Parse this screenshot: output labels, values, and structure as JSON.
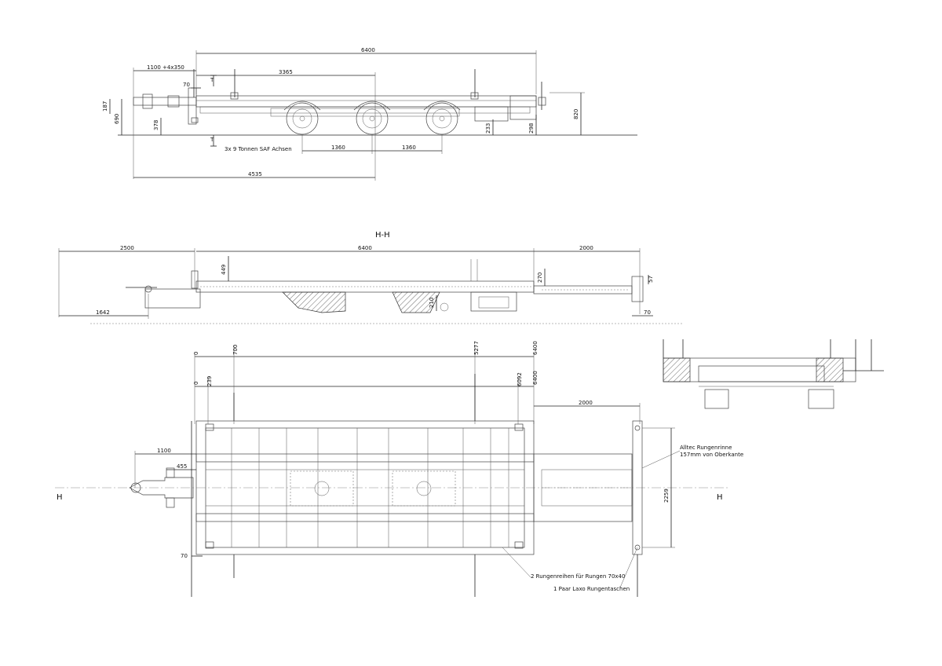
{
  "side_view": {
    "dims": {
      "overall": "6400",
      "drawbar": "1100 +4x350",
      "d70": "70",
      "axle_dist": "3365",
      "h187": "187",
      "h690": "690",
      "h378": "378",
      "h233": "233",
      "h298": "298",
      "h820": "820",
      "spacing1": "1360",
      "spacing2": "1360",
      "total": "4535"
    },
    "section_mark_top": "T",
    "section_mark_bottom": "T",
    "axle_label": "3x 9 Tonnen SAF Achsen"
  },
  "section_view": {
    "title": "H-H",
    "dims": {
      "front": "2500",
      "overall": "6400",
      "rear": "2000",
      "h449": "449",
      "h270": "270",
      "h57": "57",
      "h210": "210",
      "d1642": "1642",
      "d70": "70"
    }
  },
  "top_view": {
    "dims": {
      "v0a": "0",
      "v0b": "0",
      "v700": "700",
      "v239": "239",
      "v5277": "5277",
      "v6400a": "6400",
      "v6400b": "6400",
      "v6092": "6092",
      "rear": "2000",
      "d1100": "1100",
      "d455": "455",
      "d70": "70",
      "w2259": "2259"
    },
    "section_left": "H",
    "section_right": "H",
    "note_rinne_1": "Alltec Rungenrinne",
    "note_rinne_2": "157mm von Oberkante",
    "note_rungen": "2 Rungenreihen für Rungen 70x40",
    "note_taschen": "1 Paar Laxo Rungentaschen"
  }
}
